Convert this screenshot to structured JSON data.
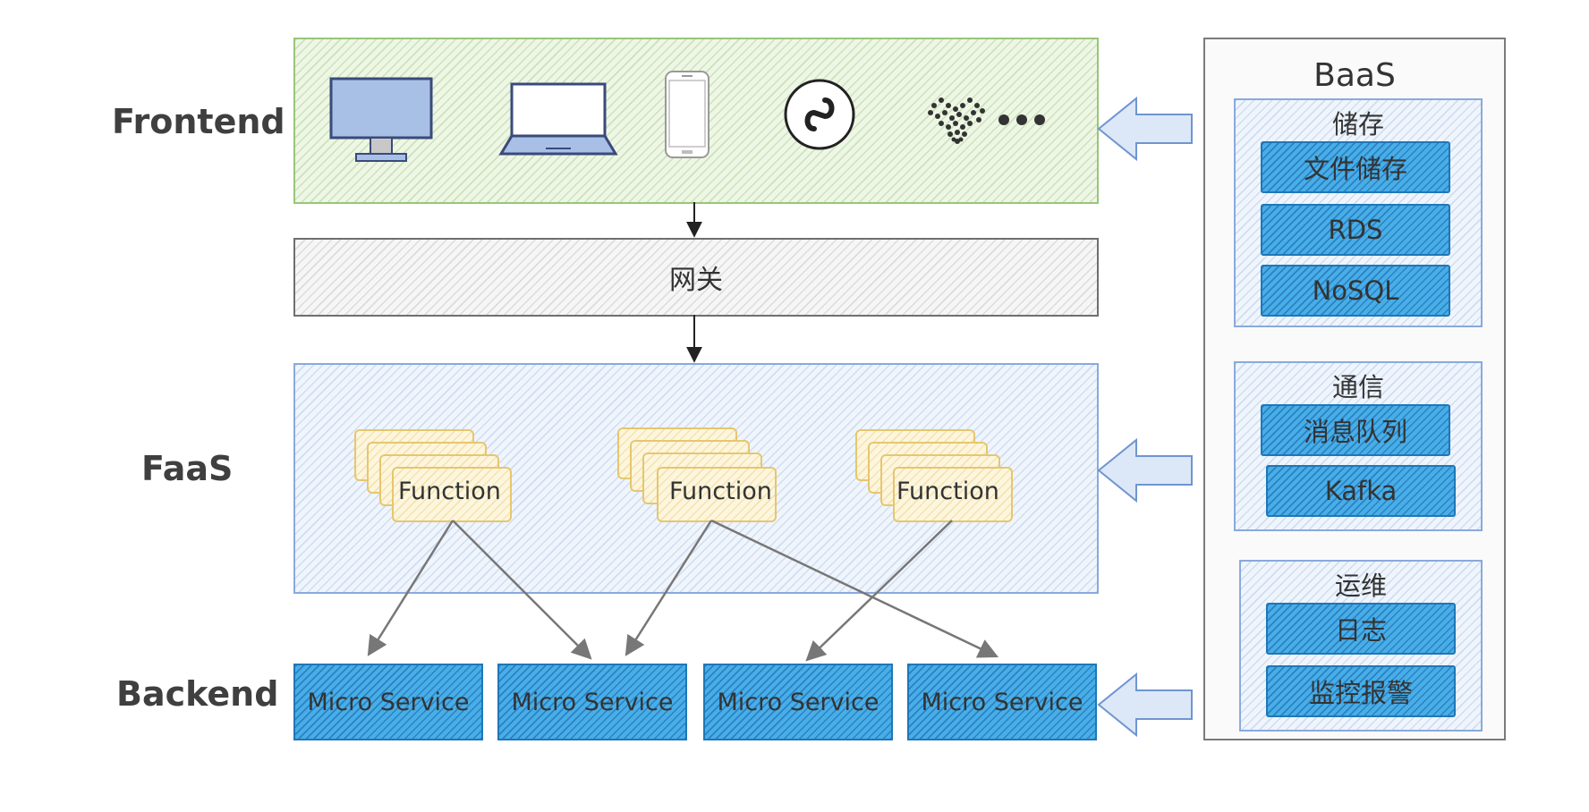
{
  "layers": {
    "frontend": "Frontend",
    "faas": "FaaS",
    "backend": "Backend"
  },
  "gateway": {
    "label": "网关"
  },
  "frontend_icons": [
    "monitor-icon",
    "laptop-icon",
    "phone-icon",
    "mini-program-icon",
    "heart-dots-icon",
    "ellipsis-icon"
  ],
  "functions": [
    {
      "label": "Function"
    },
    {
      "label": "Function"
    },
    {
      "label": "Function"
    }
  ],
  "micro_services": [
    {
      "label": "Micro Service"
    },
    {
      "label": "Micro Service"
    },
    {
      "label": "Micro Service"
    },
    {
      "label": "Micro Service"
    }
  ],
  "baas": {
    "title": "BaaS",
    "groups": [
      {
        "title": "储存",
        "items": [
          "文件储存",
          "RDS",
          "NoSQL"
        ]
      },
      {
        "title": "通信",
        "items": [
          "消息队列",
          "Kafka"
        ]
      },
      {
        "title": "运维",
        "items": [
          "日志",
          "监控报警"
        ]
      }
    ]
  },
  "colors": {
    "frontend_border": "#99c57a",
    "faas_border": "#89aadc",
    "service_fill": "#48aee6",
    "function_border": "#e6c66f"
  }
}
